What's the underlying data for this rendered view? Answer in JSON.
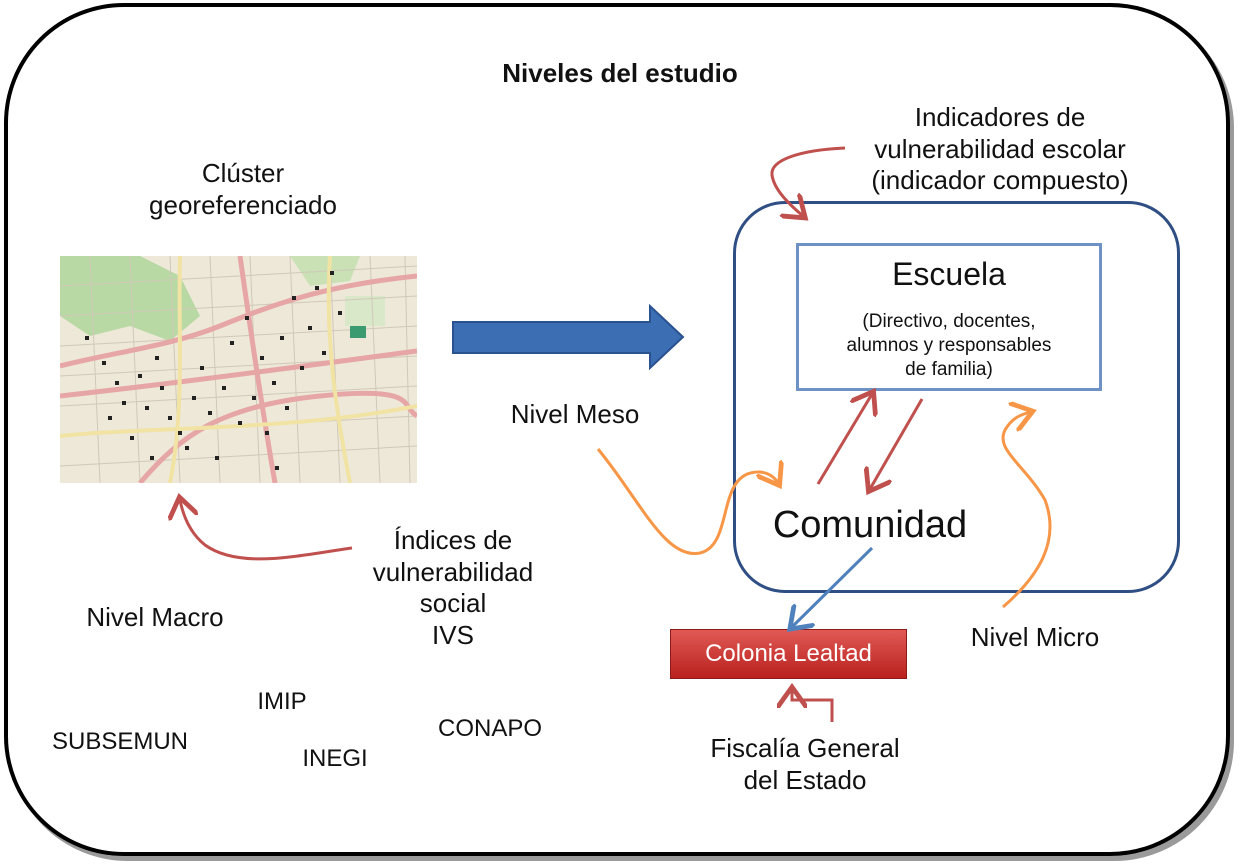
{
  "title": "Niveles del estudio",
  "cluster_label": "Clúster\ngeoreferenciado",
  "indicadores_label": "Indicadores de\nvulnerabilidad escolar\n(indicador compuesto)",
  "escuela": {
    "title": "Escuela",
    "subtitle": "(Directivo, docentes,\nalumnos y responsables\nde familia)"
  },
  "comunidad": "Comunidad",
  "nivel_meso": "Nivel Meso",
  "nivel_macro": "Nivel Macro",
  "nivel_micro": "Nivel Micro",
  "indices_label": "Índices de\nvulnerabilidad\nsocial\nIVS",
  "colonia": "Colonia Lealtad",
  "fiscalia": "Fiscalía General\ndel Estado",
  "sources": {
    "imip": "IMIP",
    "subsemun": "SUBSEMUN",
    "inegi": "INEGI",
    "conapo": "CONAPO"
  },
  "colors": {
    "red_arrow": "#c0504d",
    "orange_arrow": "#f79646",
    "blue_arrow": "#4f81bd",
    "big_arrow": "#3c6eb4",
    "outer_box": "#2f4f84",
    "school_box": "#6e92c6",
    "colonia_box": "#c0302c"
  }
}
